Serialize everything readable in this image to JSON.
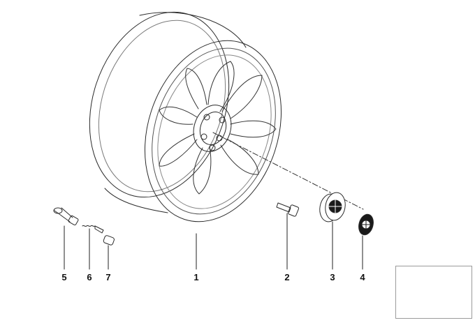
{
  "diagram": {
    "parts": [
      {
        "callout": "1",
        "name": "light-alloy-rim"
      },
      {
        "callout": "2",
        "name": "wheel-bolt"
      },
      {
        "callout": "3",
        "name": "hub-cap-emblem"
      },
      {
        "callout": "4",
        "name": "roundel-emblem"
      },
      {
        "callout": "5",
        "name": "valve-cap"
      },
      {
        "callout": "6",
        "name": "valve-insert"
      },
      {
        "callout": "7",
        "name": "valve-nut"
      }
    ]
  },
  "colors": {
    "line": "#1a1a1a",
    "light_line": "#8a8a8a",
    "background": "#ffffff"
  }
}
